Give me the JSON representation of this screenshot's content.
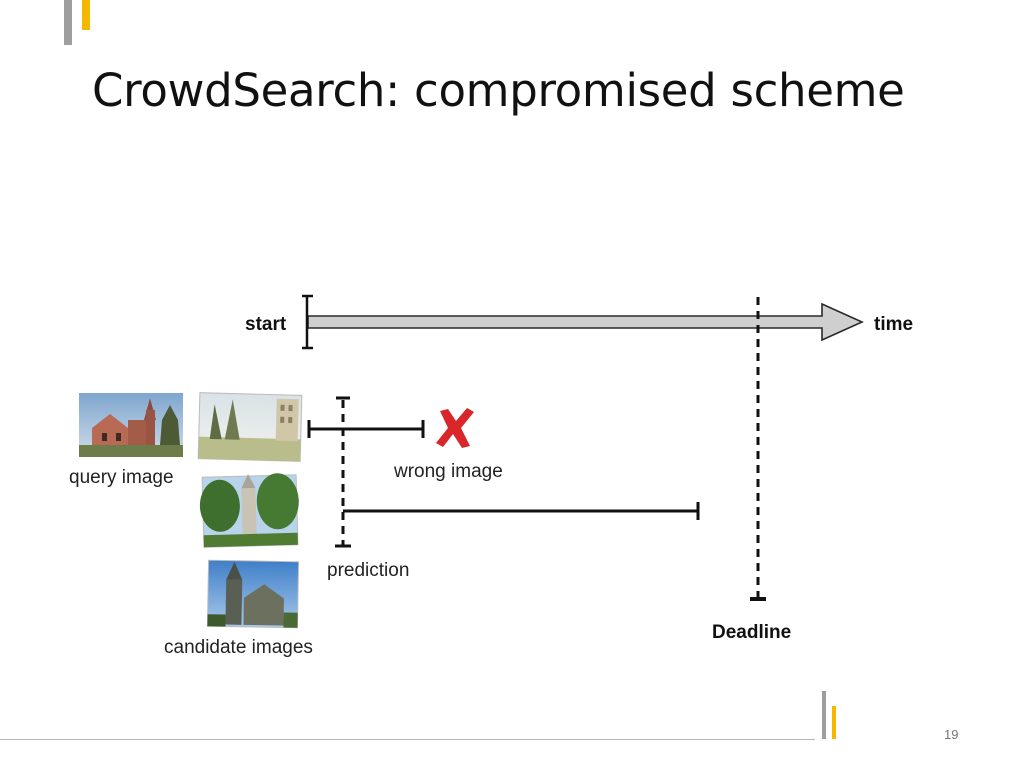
{
  "slide": {
    "title": "CrowdSearch: compromised scheme",
    "page_number": "19"
  },
  "diagram": {
    "start_label": "start",
    "time_label": "time",
    "deadline_label": "Deadline",
    "query_label": "query image",
    "wrong_label": "wrong image",
    "prediction_label": "prediction",
    "candidates_label": "candidate images"
  },
  "colors": {
    "accent_yellow": "#f5b800",
    "accent_gray": "#9e9e9e",
    "wrong_mark_red": "#d8262b",
    "timeline_fill": "#cfcfcf"
  },
  "icons": {
    "wrong": "cross-mark-icon"
  }
}
